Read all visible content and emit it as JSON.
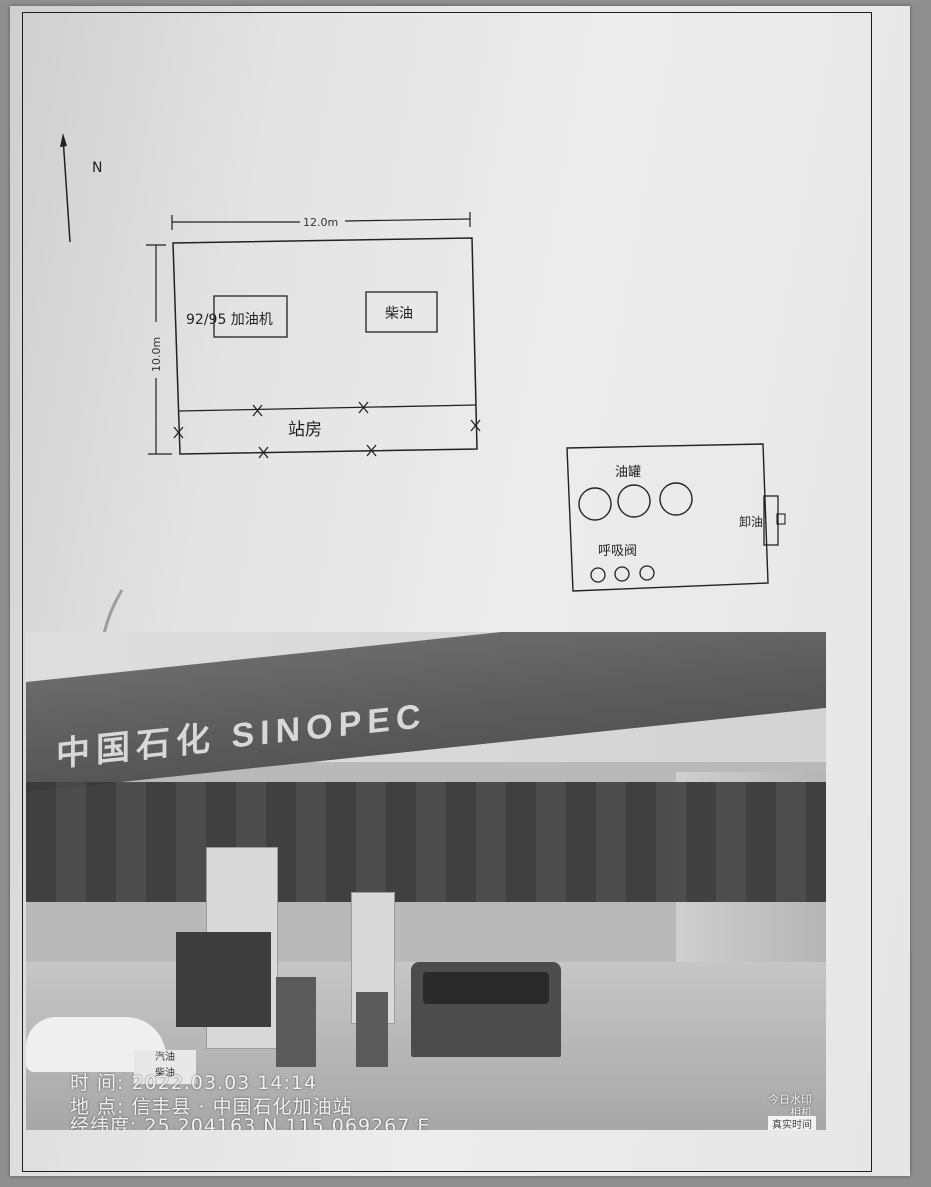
{
  "plan": {
    "north_label": "N",
    "width_dimension": "12.0m",
    "height_dimension": "10.0m",
    "dispenser_label": "92/95 加油机",
    "diesel_label": "柴油",
    "station_house_label": "站房",
    "tank_label": "油罐",
    "unloading_label": "卸油",
    "breather_label": "呼吸阀"
  },
  "photo": {
    "canopy_brand": "中国石化 SINOPEC",
    "pump_sign_line1": "汽油",
    "pump_sign_line2": "柴油",
    "overlay_time": "时    间: 2022.03.03 14:14",
    "overlay_location": "地    点: 信丰县 · 中国石化加油站",
    "overlay_coordinates": "经纬度: 25.204163 N,115.069267 E",
    "watermark_line1": "今日水印",
    "watermark_line2": "相机",
    "watermark_line3": "真实时间"
  }
}
